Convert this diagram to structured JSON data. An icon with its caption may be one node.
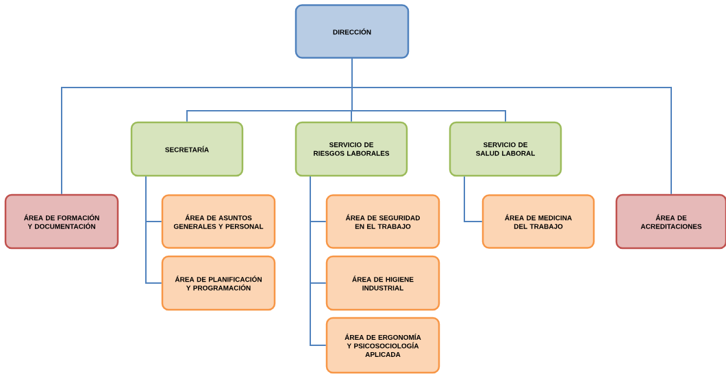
{
  "diagram": {
    "nodes": [
      {
        "text": [
          "DIRECCIÓN"
        ]
      },
      {
        "text": [
          "ÁREA DE FORMACIÓN Y DOCUMENTACIÓN"
        ]
      },
      {
        "text": [
          "SECRETARÍA"
        ]
      },
      {
        "text": [
          "SERVICIO DE RIESGOS LABORALES"
        ]
      },
      {
        "text": [
          "SERVICIO DE SALUD LABORAL"
        ]
      },
      {
        "text": [
          "ÁREA DE ACREDITACIONES"
        ]
      },
      {
        "text": [
          "ÁREA DE ASUNTOS GENERALES Y PERSONAL"
        ]
      },
      {
        "text": [
          "ÁREA DE PLANIFICACIÓN Y PROGRAMACIÓN"
        ]
      },
      {
        "text": [
          "ÁREA DE SEGURIDAD EN EL TRABAJO"
        ]
      },
      {
        "text": [
          "ÁREA DE HIGIENE INDUSTRIAL"
        ]
      },
      {
        "text": [
          "ÁREA DE ERGONOMÍA Y PSICOSOCIOLOGÍA APLICADA"
        ]
      },
      {
        "text": [
          "ÁREA DE MEDICINA DEL TRABAJO"
        ]
      }
    ],
    "edges": [
      {
        "from": 0,
        "to": 1,
        "arrow": "none"
      },
      {
        "from": 0,
        "to": 2,
        "arrow": "none"
      },
      {
        "from": 0,
        "to": 3,
        "arrow": "none"
      },
      {
        "from": 0,
        "to": 4,
        "arrow": "none"
      },
      {
        "from": 0,
        "to": 5,
        "arrow": "none"
      },
      {
        "from": 2,
        "to": 6,
        "arrow": "none"
      },
      {
        "from": 2,
        "to": 7,
        "arrow": "none"
      },
      {
        "from": 3,
        "to": 8,
        "arrow": "none"
      },
      {
        "from": 3,
        "to": 9,
        "arrow": "none"
      },
      {
        "from": 3,
        "to": 10,
        "arrow": "none"
      },
      {
        "from": 4,
        "to": 11,
        "arrow": "none"
      }
    ]
  }
}
